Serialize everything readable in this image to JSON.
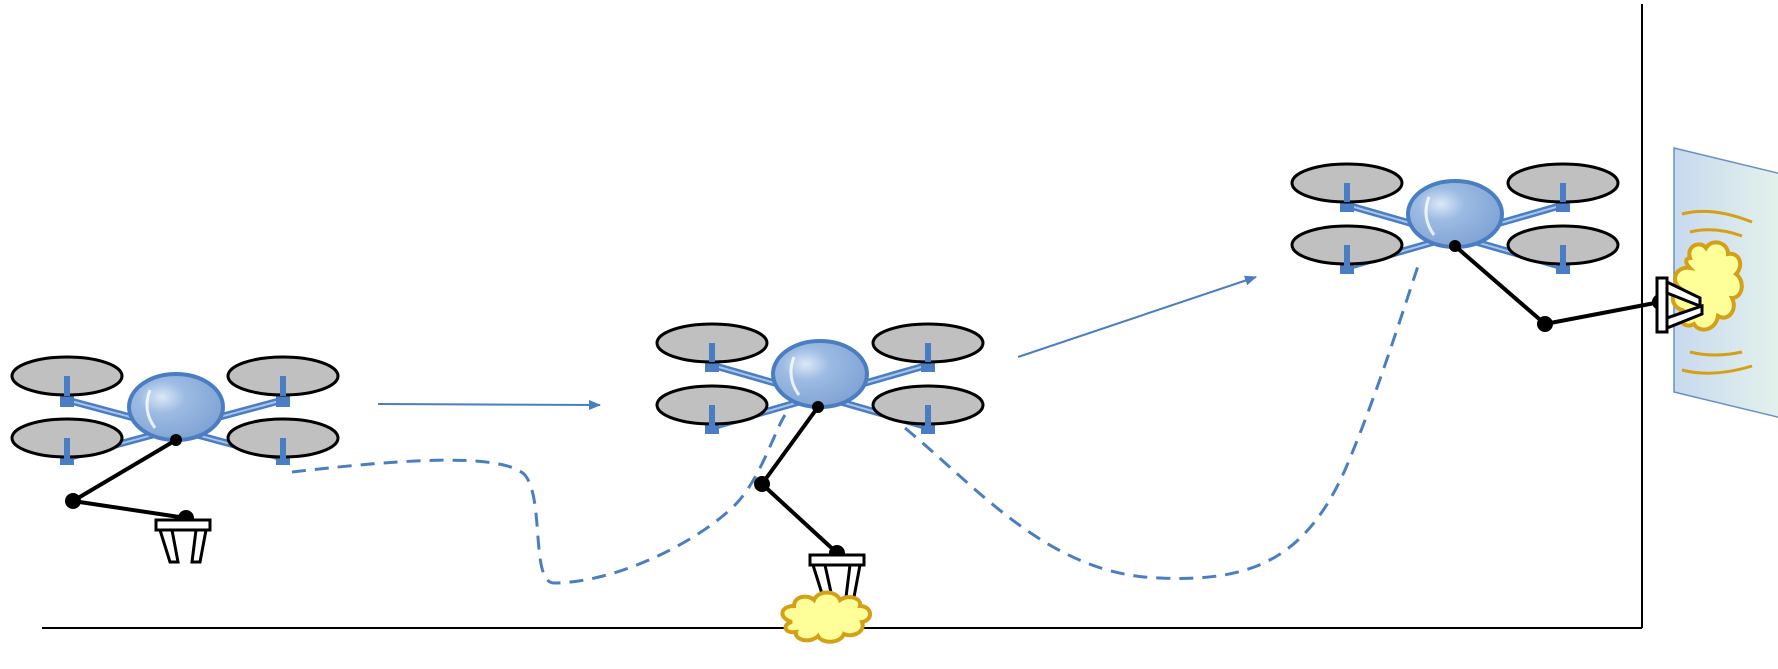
{
  "scene": {
    "stages": [
      {
        "id": "transport",
        "action": "carrying",
        "payload": "none"
      },
      {
        "id": "grasp",
        "action": "grasping",
        "payload": "ground-object"
      },
      {
        "id": "contact",
        "action": "contact-inspection",
        "payload": "wall-object"
      }
    ],
    "colors": {
      "drone_body": "#8fb0dd",
      "drone_frame": "#4a7ec2",
      "rotor_fill": "#c0c0c0",
      "trajectory": "#4a7ec2",
      "arrow": "#4a7ec2",
      "arm": "#000000",
      "object_fill": "#ffff99",
      "object_stroke": "#d4a017",
      "wall_fill": "#dde9f6",
      "vibration": "#d4a017"
    },
    "icons": [
      "drone-icon",
      "gripper-icon",
      "object-blob-icon",
      "wall-icon",
      "vibration-icon"
    ]
  }
}
